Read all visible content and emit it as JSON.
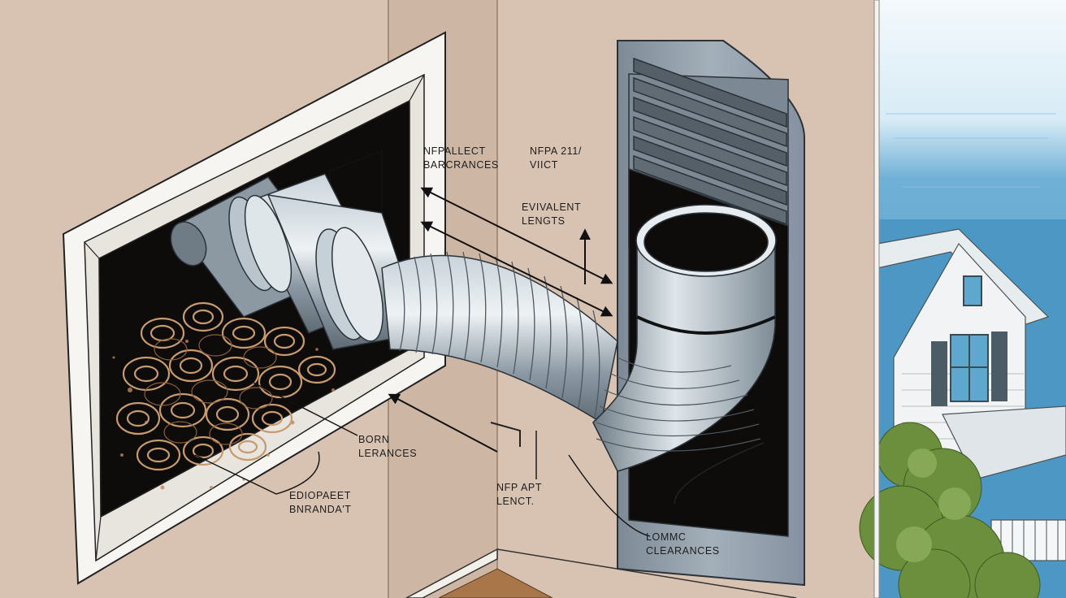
{
  "labels": {
    "nfpa_effect": [
      "NFPALLECT",
      "BARCRANCES"
    ],
    "nfpa_211": [
      "NFPA 211/",
      "VIICT"
    ],
    "equivalent_lengths": [
      "EVIVALENT",
      "LENGTS"
    ],
    "born_clearances": [
      "BORN",
      "LERANCES"
    ],
    "edioparet": [
      "EDIOPAEET",
      "BNRANDA'T"
    ],
    "nfp_apt_length": [
      "NFP APT",
      "LENCT."
    ],
    "loning_clearances": [
      "LOMMC",
      "CLEARANCES"
    ]
  },
  "colors": {
    "wall": "#d8c3b2",
    "wall_shadow": "#c7ae9a",
    "duct_metal": "#9aa7b2",
    "duct_highlight": "#e6ecf0",
    "cavity": "#0d0c0b",
    "lint": "#b88a60",
    "panel": "#8e9aa6",
    "sky": "#cfe6f2",
    "sea": "#5fa3c9",
    "foliage": "#6b8f3c",
    "floor": "#a9764a"
  }
}
